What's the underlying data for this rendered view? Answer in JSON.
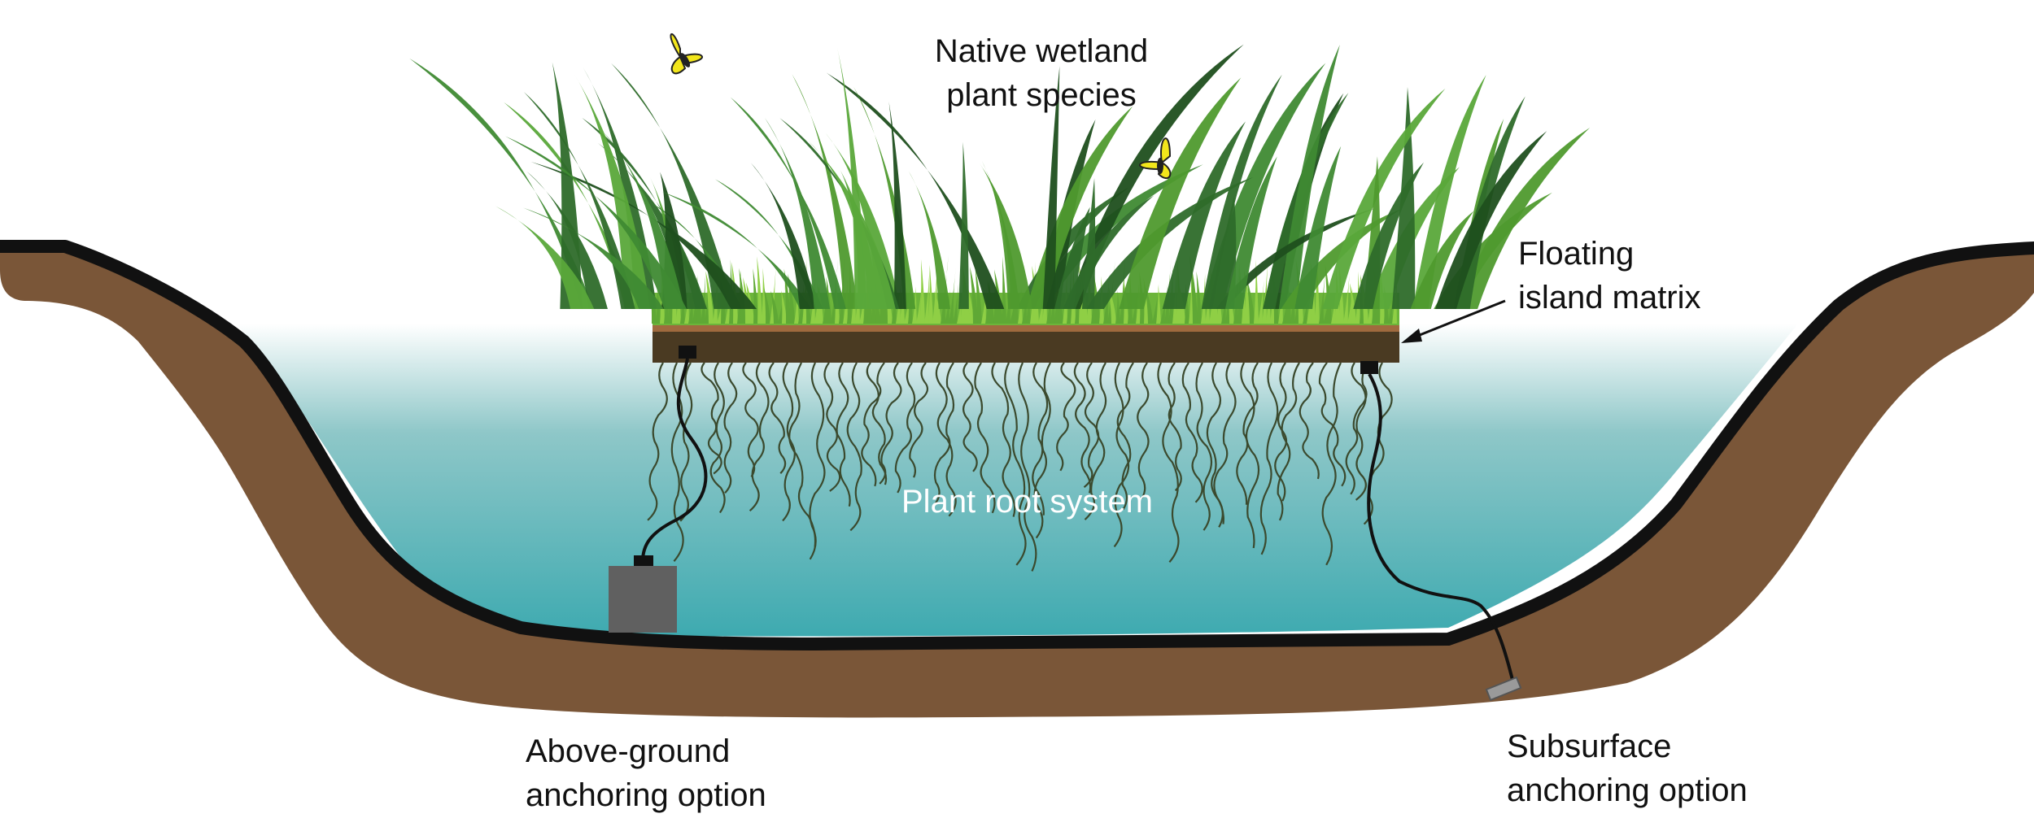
{
  "labels": {
    "native_plants": [
      "Native wetland",
      "plant species"
    ],
    "floating_matrix": [
      "Floating",
      "island matrix"
    ],
    "root_system": "Plant root system",
    "above_ground": [
      "Above-ground",
      "anchoring option"
    ],
    "subsurface": [
      "Subsurface",
      "anchoring option"
    ]
  },
  "colors": {
    "soil": "#7a5638",
    "liner": "#111111",
    "water_top": "#ffffff",
    "water_mid": "#8ec7c8",
    "water_bottom": "#3eaab0",
    "matrix_top": "#a06a3e",
    "matrix_base": "#4a3a22",
    "grass_light": "#7dc242",
    "grass_dark": "#2e6b2a",
    "roots": "#3b4a2e",
    "anchor_block": "#606060",
    "butterfly_yellow": "#f2e61b"
  }
}
